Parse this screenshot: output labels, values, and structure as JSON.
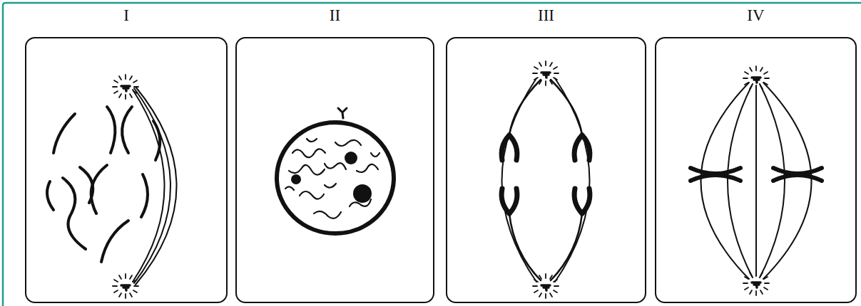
{
  "diagram": {
    "nodes": [
      {
        "text": [
          "I"
        ]
      },
      {
        "text": [
          "II"
        ]
      },
      {
        "text": [
          "III"
        ]
      },
      {
        "text": [
          "IV"
        ]
      }
    ]
  }
}
